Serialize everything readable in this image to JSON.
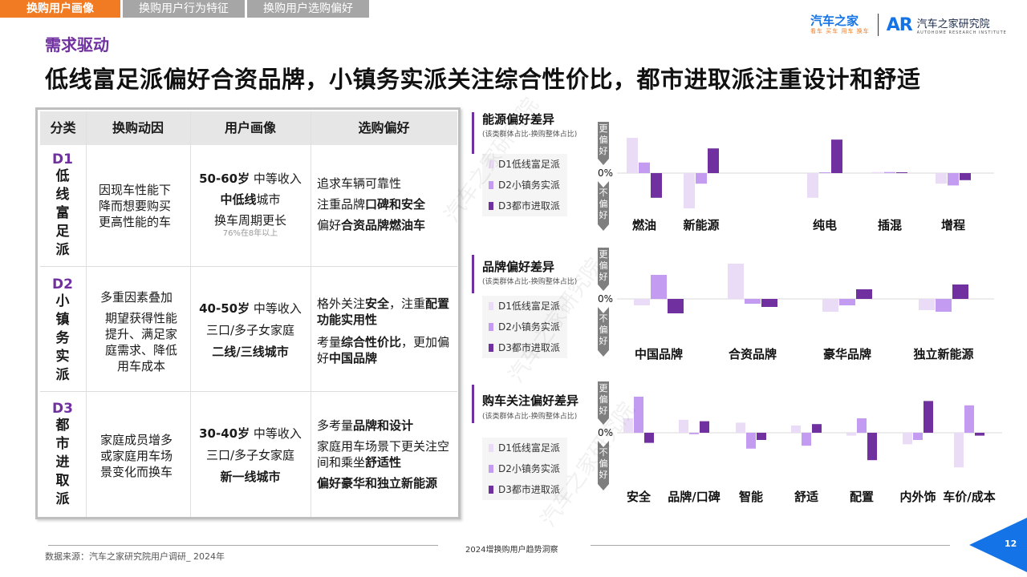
{
  "tabs": [
    {
      "label": "换购用户画像",
      "active": true
    },
    {
      "label": "换购用户行为特征",
      "active": false
    },
    {
      "label": "换购用户选购偏好",
      "active": false
    }
  ],
  "logo": {
    "brand_cn": "汽车之家",
    "brand_sub": "看车 买车 用车 换车",
    "ar_text": "AR",
    "institute_cn": "汽车之家研究院",
    "institute_en": "AUTOHOME RESEARCH INSTITUTE"
  },
  "section_title": "需求驱动",
  "headline": "低线富足派偏好合资品牌，小镇务实派关注综合性价比，都市进取派注重设计和舒适",
  "table": {
    "headers": [
      "分类",
      "换购动因",
      "用户画像",
      "选购偏好"
    ],
    "rows": [
      {
        "code": "D1",
        "name": [
          "低",
          "线",
          "富",
          "足",
          "派"
        ],
        "motive": "因现车性能下降而想要购买更高性能的车",
        "profile": {
          "line1_bold": "50-60岁",
          "line1_rest": " 中等收入",
          "line2_bold": "中低线",
          "line2_rest": "城市",
          "line3": "换车周期更长",
          "note": "76%在8年以上"
        },
        "pref": {
          "p1": "追求车辆可靠性",
          "p2_pre": "注重品牌",
          "p2_bold": "口碑和安全",
          "p3_pre": "偏好",
          "p3_bold": "合资品牌燃油车"
        }
      },
      {
        "code": "D2",
        "name": [
          "小",
          "镇",
          "务",
          "实",
          "派"
        ],
        "motive_1": "多重因素叠加",
        "motive_2": "期望获得性能提升、满足家庭需求、降低用车成本",
        "profile": {
          "line1_bold": "40-50岁",
          "line1_rest": " 中等收入",
          "line2": "三口/多子女家庭",
          "line3_bold": "二线/三线城市"
        },
        "pref": {
          "p1_pre": "格外关注",
          "p1_bold1": "安全",
          "p1_mid": "，注重",
          "p1_bold2": "配置功能实用性",
          "p2_pre": "考量",
          "p2_bold1": "综合性价比",
          "p2_mid": "，更加偏好",
          "p2_bold2": "中国品牌"
        }
      },
      {
        "code": "D3",
        "name": [
          "都",
          "市",
          "进",
          "取",
          "派"
        ],
        "motive": "家庭成员增多或家庭用车场景变化而换车",
        "profile": {
          "line1_bold": "30-40岁",
          "line1_rest": " 中等收入",
          "line2": "三口/多子女家庭",
          "line3_bold": "新一线城市"
        },
        "pref": {
          "p1_pre": "多考量",
          "p1_bold": "品牌和设计",
          "p2_pre": "家庭用车场景下更关注空间和乘坐",
          "p2_bold": "舒适性",
          "p3_bold": "偏好豪华和独立新能源"
        }
      }
    ]
  },
  "legend": [
    "D1低线富足派",
    "D2小镇务实派",
    "D3都市进取派"
  ],
  "colors": {
    "d1": "#eadcf6",
    "d2": "#c39bf0",
    "d3": "#7030a0",
    "accent": "#7030a0",
    "orange": "#f07b22",
    "blue": "#1473e6",
    "arrow": "#7f7f7f"
  },
  "axis": {
    "up_label": "更偏好",
    "down_label": "不偏好",
    "zero_label": "0%"
  },
  "chart_data": [
    {
      "type": "bar",
      "title": "能源偏好差异",
      "subtitle": "(该类群体占比-换购整体占比)",
      "categories": [
        "燃油",
        "新能源",
        "纯电",
        "插混",
        "增程"
      ],
      "series": [
        {
          "name": "D1低线富足派",
          "values": [
            10,
            -10,
            -7,
            0.3,
            -3
          ]
        },
        {
          "name": "D2小镇务实派",
          "values": [
            3,
            -3,
            0,
            0.3,
            -3.5
          ]
        },
        {
          "name": "D3都市进取派",
          "values": [
            -7,
            7,
            9.5,
            0,
            -2
          ]
        }
      ]
    },
    {
      "type": "bar",
      "title": "品牌偏好差异",
      "subtitle": "(该类群体占比-换购整体占比)",
      "categories": [
        "中国品牌",
        "合资品牌",
        "豪华品牌",
        "独立新能源"
      ],
      "series": [
        {
          "name": "D1低线富足派",
          "values": [
            -2,
            11,
            -4,
            -3.5
          ]
        },
        {
          "name": "D2小镇务实派",
          "values": [
            7.5,
            -1.5,
            -2,
            -4
          ]
        },
        {
          "name": "D3都市进取派",
          "values": [
            -4.5,
            -2.5,
            3,
            4.5
          ]
        }
      ]
    },
    {
      "type": "bar",
      "title": "购车关注偏好差异",
      "subtitle": "(该类群体占比-换购整体占比)",
      "categories": [
        "安全",
        "品牌/口碑",
        "智能",
        "舒适",
        "配置",
        "内外饰",
        "车价/成本"
      ],
      "series": [
        {
          "name": "D1低线富足派",
          "values": [
            5,
            4.5,
            3.5,
            2.5,
            -1,
            -4,
            -12
          ]
        },
        {
          "name": "D2小镇务实派",
          "values": [
            12.5,
            -0.5,
            -5.5,
            -4.5,
            5,
            -2.5,
            9.5
          ]
        },
        {
          "name": "D3都市进取派",
          "values": [
            -3.5,
            4,
            -2.5,
            3,
            -9.5,
            11,
            -1
          ]
        }
      ]
    }
  ],
  "footer": {
    "center_text": "2024增换购用户趋势洞察",
    "source": "数据来源：汽车之家研究院用户调研_ 2024年",
    "page": "12"
  },
  "watermark": "汽车之家研究院"
}
